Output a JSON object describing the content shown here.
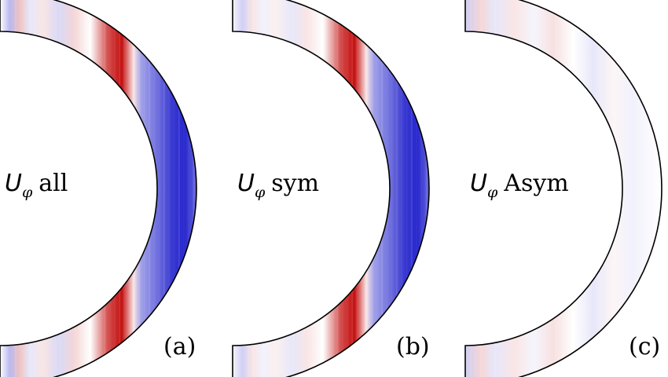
{
  "panels": [
    {
      "field_symbol": "U",
      "field_subscript": "φ",
      "field_name": "all",
      "panel_tag": "(a)",
      "color_profile": [
        [
          0.0,
          0.5
        ],
        [
          0.05,
          0.35
        ],
        [
          0.1,
          0.62
        ],
        [
          0.15,
          0.45
        ],
        [
          0.22,
          0.55
        ],
        [
          0.3,
          0.42
        ],
        [
          0.38,
          0.58
        ],
        [
          0.46,
          0.5
        ],
        [
          0.55,
          0.85
        ],
        [
          0.62,
          0.97
        ],
        [
          0.68,
          0.55
        ],
        [
          0.72,
          0.3
        ],
        [
          0.8,
          0.2
        ],
        [
          0.88,
          0.08
        ],
        [
          0.94,
          0.05
        ],
        [
          1.0,
          0.18
        ]
      ],
      "dark_band_outer": true
    },
    {
      "field_symbol": "U",
      "field_subscript": "φ",
      "field_name": "sym",
      "panel_tag": "(b)",
      "color_profile": [
        [
          0.0,
          0.48
        ],
        [
          0.05,
          0.4
        ],
        [
          0.1,
          0.55
        ],
        [
          0.15,
          0.47
        ],
        [
          0.22,
          0.53
        ],
        [
          0.3,
          0.45
        ],
        [
          0.38,
          0.55
        ],
        [
          0.46,
          0.5
        ],
        [
          0.55,
          0.85
        ],
        [
          0.62,
          0.97
        ],
        [
          0.68,
          0.55
        ],
        [
          0.72,
          0.3
        ],
        [
          0.8,
          0.2
        ],
        [
          0.88,
          0.08
        ],
        [
          0.94,
          0.05
        ],
        [
          1.0,
          0.18
        ]
      ],
      "dark_band_outer": true
    },
    {
      "field_symbol": "U",
      "field_subscript": "φ",
      "field_name": "Asym",
      "panel_tag": "(c)",
      "color_profile": [
        [
          0.0,
          0.4
        ],
        [
          0.08,
          0.58
        ],
        [
          0.15,
          0.45
        ],
        [
          0.25,
          0.55
        ],
        [
          0.35,
          0.48
        ],
        [
          0.45,
          0.56
        ],
        [
          0.55,
          0.5
        ],
        [
          0.65,
          0.45
        ],
        [
          0.75,
          0.52
        ],
        [
          0.85,
          0.47
        ],
        [
          1.0,
          0.5
        ]
      ],
      "dark_band_outer": false
    }
  ],
  "colors": {
    "negative": "#1010c8",
    "neutral": "#ffffff",
    "positive": "#c00000",
    "outline": "#000000"
  }
}
